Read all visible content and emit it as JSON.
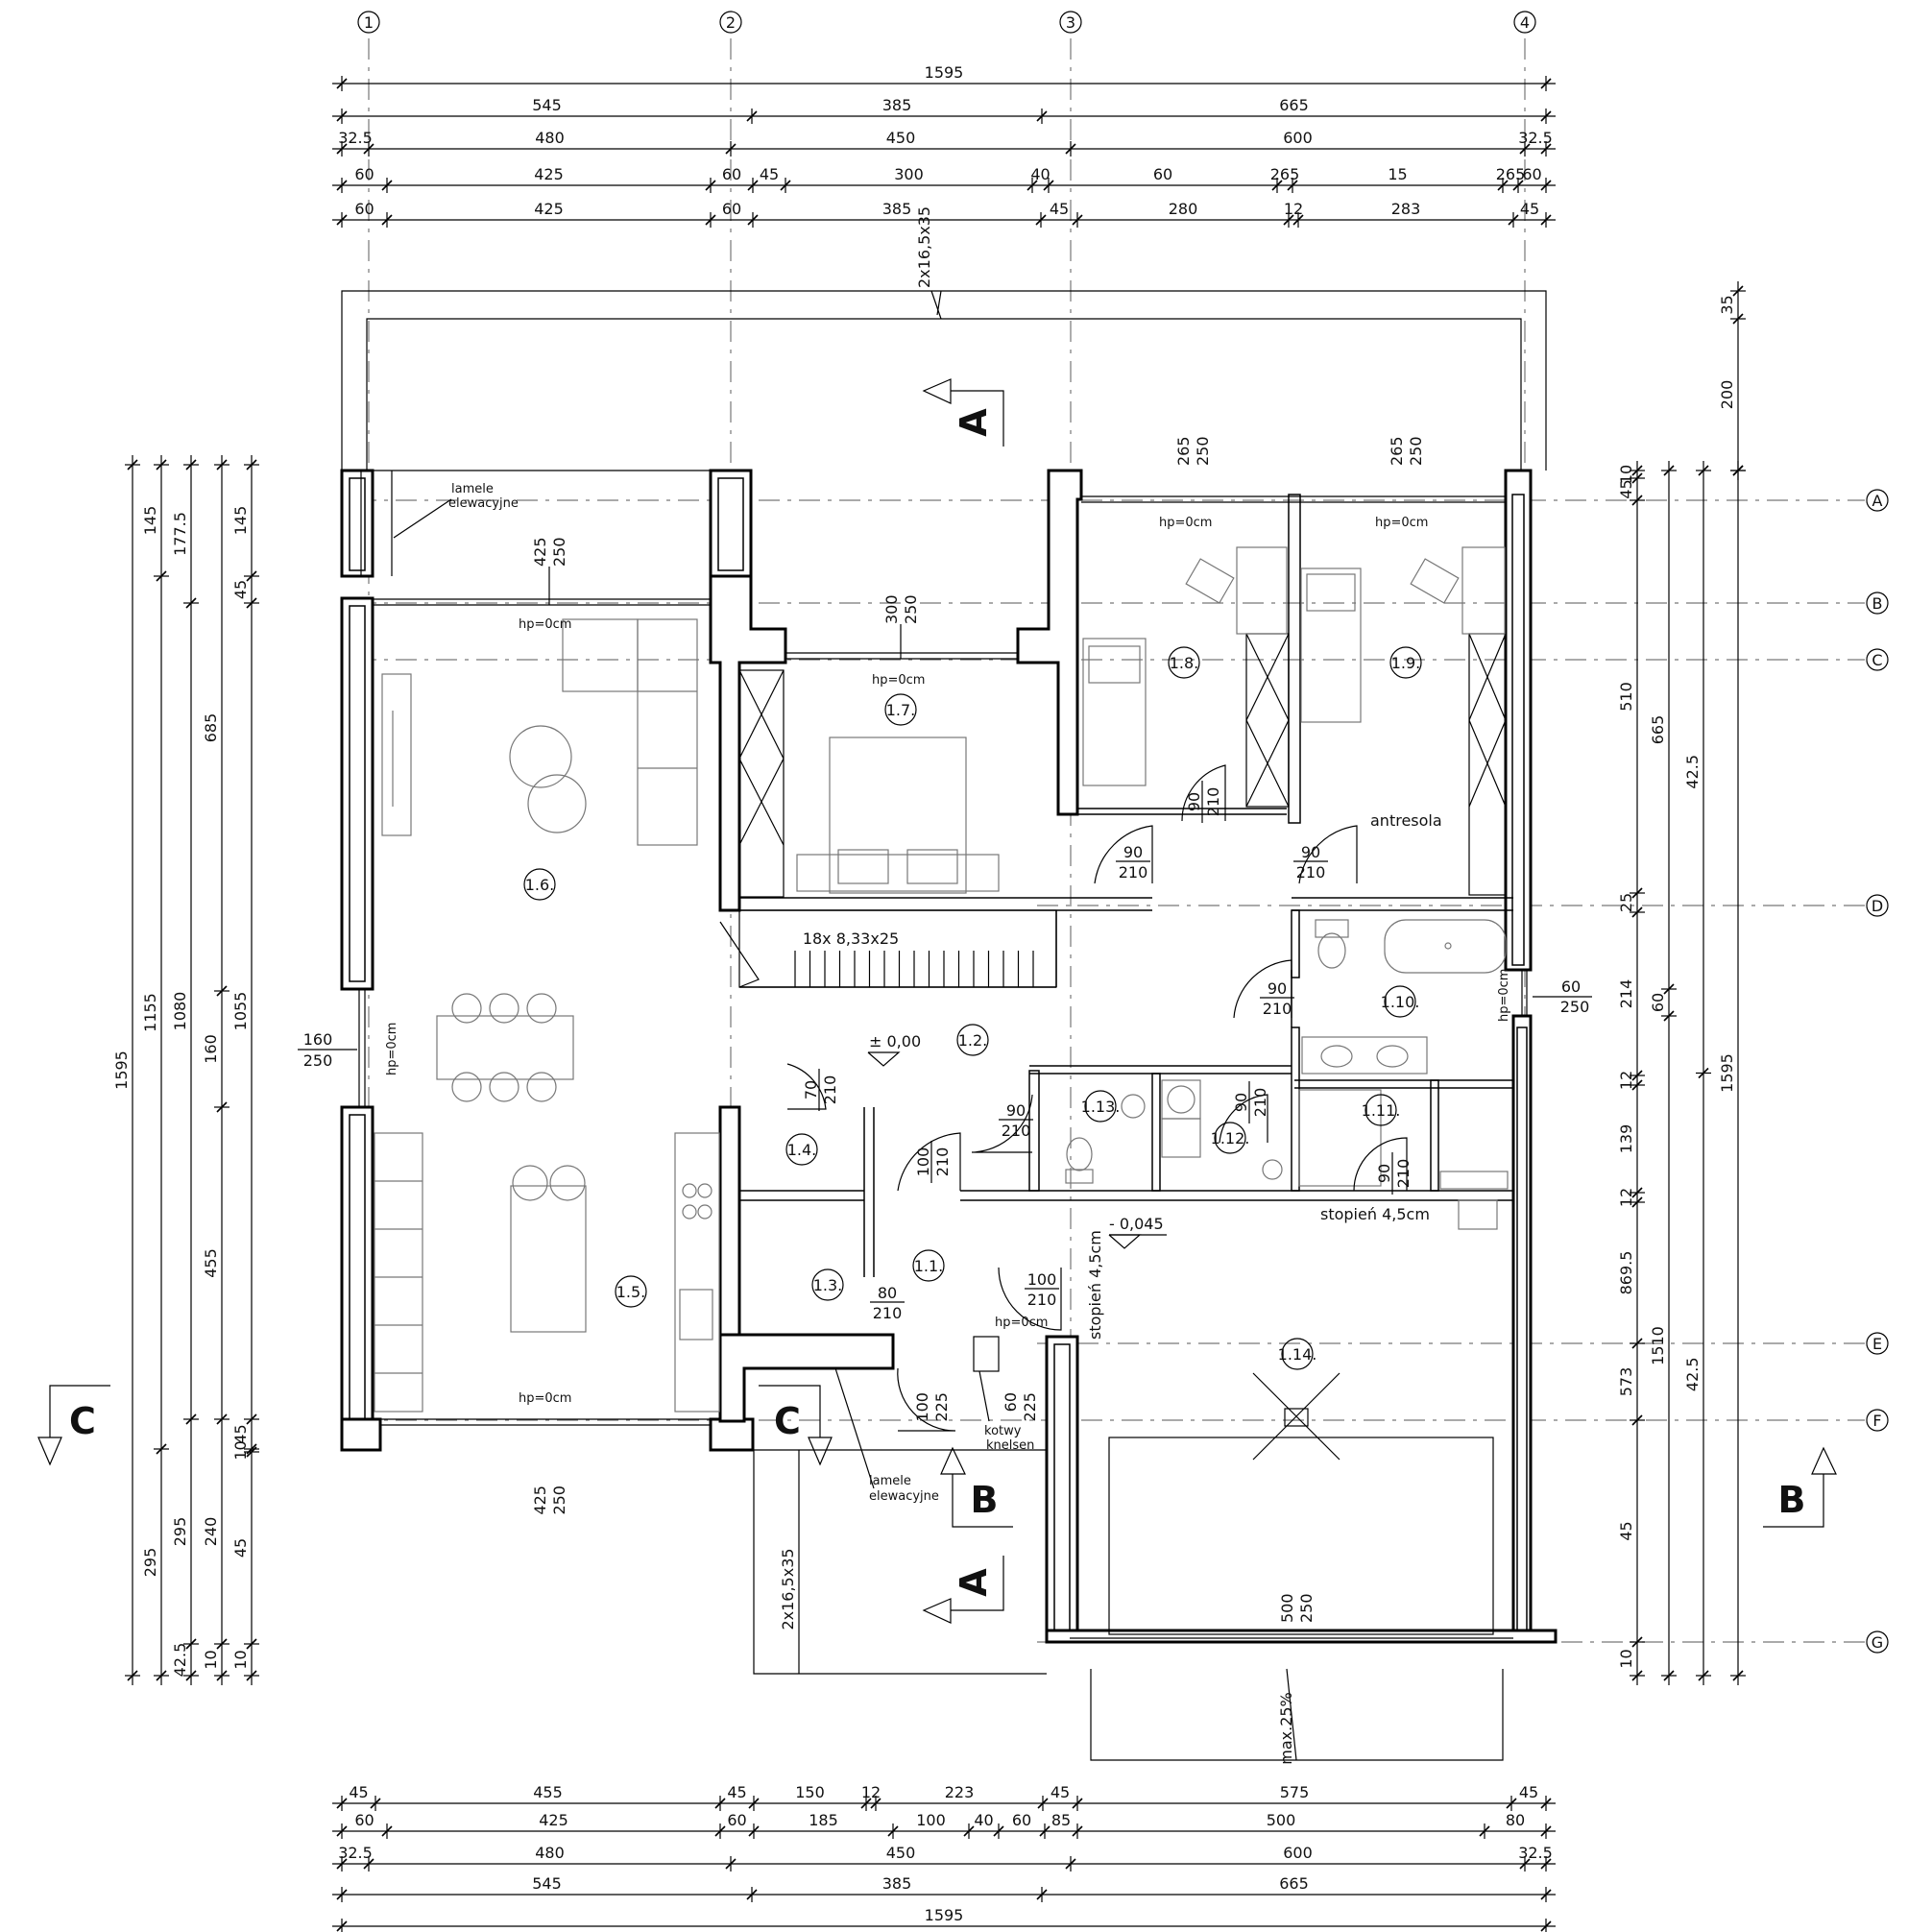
{
  "grid_axes": {
    "columns": [
      "1",
      "2",
      "3",
      "4"
    ],
    "rows": [
      "A",
      "B",
      "C",
      "D",
      "E",
      "F",
      "G"
    ]
  },
  "dims_top": [
    [
      "1595"
    ],
    [
      "545",
      "385",
      "665"
    ],
    [
      "32.5",
      "480",
      "450",
      "600",
      "32.5"
    ],
    [
      "60",
      "425",
      "60",
      "45",
      "300",
      "40",
      "60",
      "265",
      "15",
      "265",
      "60"
    ],
    [
      "60",
      "425",
      "60",
      "385",
      "45",
      "280",
      "12",
      "283",
      "45"
    ]
  ],
  "dims_bottom": [
    [
      "45",
      "455",
      "45",
      "150",
      "12",
      "223",
      "45",
      "575",
      "45"
    ],
    [
      "60",
      "425",
      "60",
      "185",
      "100",
      "40",
      "60",
      "85",
      "500",
      "80"
    ],
    [
      "32.5",
      "480",
      "450",
      "600",
      "32.5"
    ],
    [
      "545",
      "385",
      "665"
    ],
    [
      "1595"
    ]
  ],
  "dims_left": {
    "col1": [
      "1595"
    ],
    "col2": [
      "145",
      "1155",
      "295"
    ],
    "col3": [
      "177.5",
      "1080",
      "295",
      "42.5"
    ],
    "col4": [
      "685",
      "160",
      "455",
      "240",
      "10"
    ],
    "col5": [
      "145",
      "45",
      "1055",
      "45",
      "10",
      "45",
      "10"
    ]
  },
  "dims_right": {
    "col1": [
      "35",
      "200"
    ],
    "col2": [
      "10",
      "45",
      "510",
      "25",
      "214",
      "12",
      "139",
      "12",
      "869.5",
      "573",
      "45",
      "10"
    ],
    "col3": [
      "665",
      "60",
      "1510"
    ],
    "col4": [
      "42.5",
      "42.5"
    ],
    "col5": [
      "1595"
    ]
  },
  "rooms": {
    "r11": "1.1.",
    "r12": "1.2.",
    "r13": "1.3.",
    "r14": "1.4.",
    "r15": "1.5.",
    "r16": "1.6.",
    "r17": "1.7.",
    "r18": "1.8.",
    "r19": "1.9.",
    "r110": "1.10.",
    "r111": "1.11.",
    "r112": "1.12.",
    "r113": "1.13.",
    "r114": "1.14."
  },
  "openings": {
    "w_b_top": "425",
    "w_b_bot": "250",
    "w_c_top": "300",
    "w_c_bot": "250",
    "w_a1_top": "265",
    "w_a1_bot": "250",
    "w_a2_top": "265",
    "w_a2_bot": "250",
    "w_l_top": "160",
    "w_l_bot": "250",
    "w_r_top": "60",
    "w_r_bot": "250",
    "w_f_top": "425",
    "w_f_bot": "250",
    "w_g_top": "500",
    "w_g_bot": "250",
    "d_entr_top": "100",
    "d_entr_bot": "225",
    "d_side_top": "60",
    "d_side_bot": "225",
    "hp": "hp=0cm"
  },
  "doors": [
    [
      "90",
      "210"
    ],
    [
      "90",
      "210"
    ],
    [
      "90",
      "210"
    ],
    [
      "90",
      "210"
    ],
    [
      "90",
      "210"
    ],
    [
      "90",
      "210"
    ],
    [
      "90",
      "210"
    ],
    [
      "70",
      "210"
    ],
    [
      "100",
      "210"
    ],
    [
      "100",
      "210"
    ],
    [
      "80",
      "210"
    ]
  ],
  "labels": {
    "lamele": "lamele",
    "elewacyjne": "elewacyjne",
    "stairs": "18x 8,33x25",
    "level0": "± 0,00",
    "level1": "- 0,045",
    "stopien_v": "stopień 4,5cm",
    "stopien_h": "stopień 4,5cm",
    "antresola": "antresola",
    "kotwy": "kotwy",
    "knelsen": "knelsen",
    "terrace": "2x16,5x35",
    "terrace2": "2x16,5x35",
    "maxslope": "max.25%"
  },
  "sections": {
    "A": "A",
    "B": "B",
    "C": "C"
  }
}
